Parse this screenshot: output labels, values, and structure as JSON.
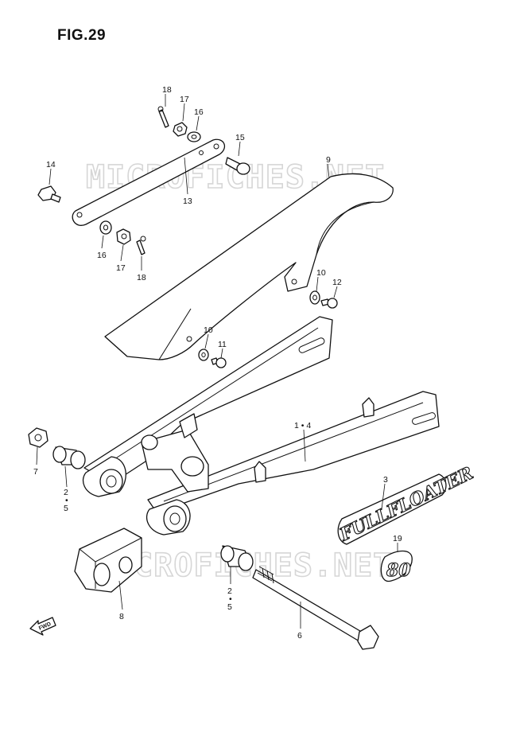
{
  "figure": {
    "title": "FIG.29"
  },
  "watermark": {
    "text": "MICROFICHES.NET"
  },
  "emblems": {
    "full_floater": "FULLFLOATER",
    "badge_80": "80"
  },
  "direction": {
    "text": "FWD"
  },
  "callouts": {
    "p18a": "18",
    "p17a": "17",
    "p16a": "16",
    "p15": "15",
    "p14": "14",
    "p13": "13",
    "p9": "9",
    "p16b": "16",
    "p17b": "17",
    "p18b": "18",
    "p10a": "10",
    "p12": "12",
    "p10b": "10",
    "p11": "11",
    "p1_4": "1 • 4",
    "p7": "7",
    "p2a": "2",
    "p5a": "5",
    "p3": "3",
    "p19": "19",
    "p8": "8",
    "p2b": "2",
    "p5b": "5",
    "p6": "6",
    "dot": "•"
  }
}
